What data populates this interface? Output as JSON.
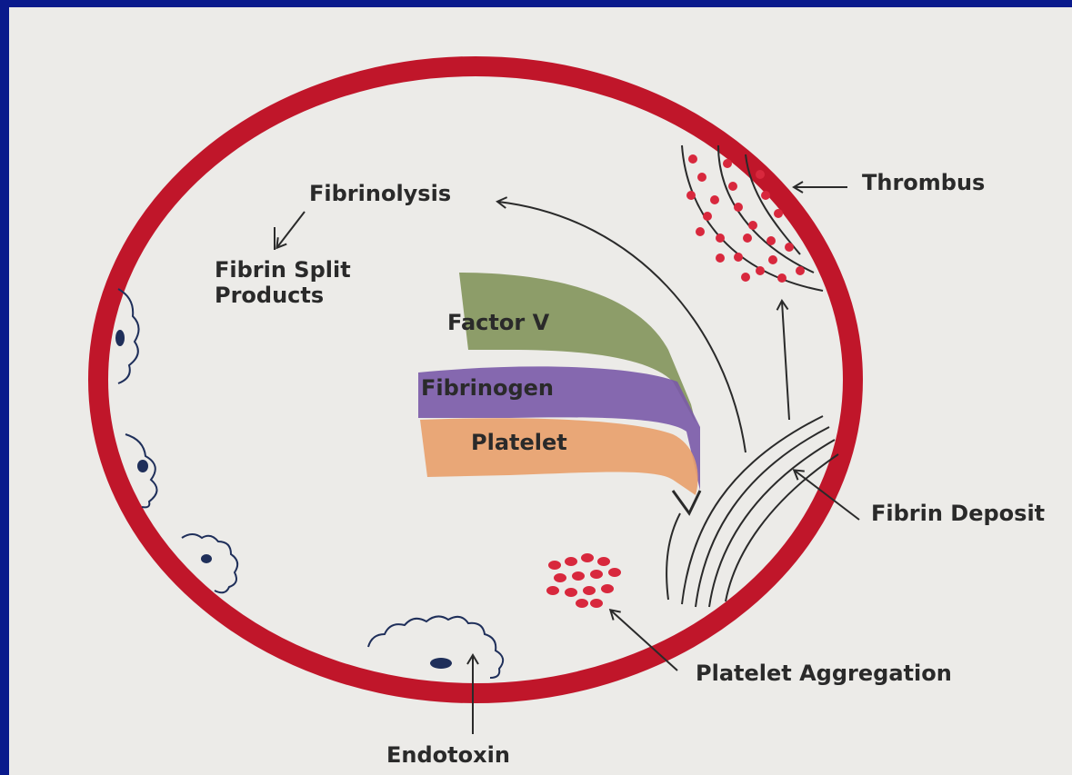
{
  "diagram": {
    "labels": {
      "fibrinolysis": "Fibrinolysis",
      "fibrin_split_products": "Fibrin Split Products",
      "factor_v": "Factor V",
      "fibrinogen": "Fibrinogen",
      "platelet": "Platelet",
      "thrombus": "Thrombus",
      "fibrin_deposit": "Fibrin Deposit",
      "platelet_aggregation": "Platelet Aggregation",
      "endotoxin": "Endotoxin"
    },
    "colors": {
      "slide_background": "#0a1a8c",
      "paper": "#ecebe8",
      "vessel_wall": "#c0162a",
      "factor_v": "#7d8f52",
      "fibrinogen": "#7a5aa8",
      "platelet": "#e9a06a",
      "platelet_dots": "#d8283d",
      "ink": "#2a2a2a",
      "cell_outline": "#1f2f5a"
    }
  }
}
